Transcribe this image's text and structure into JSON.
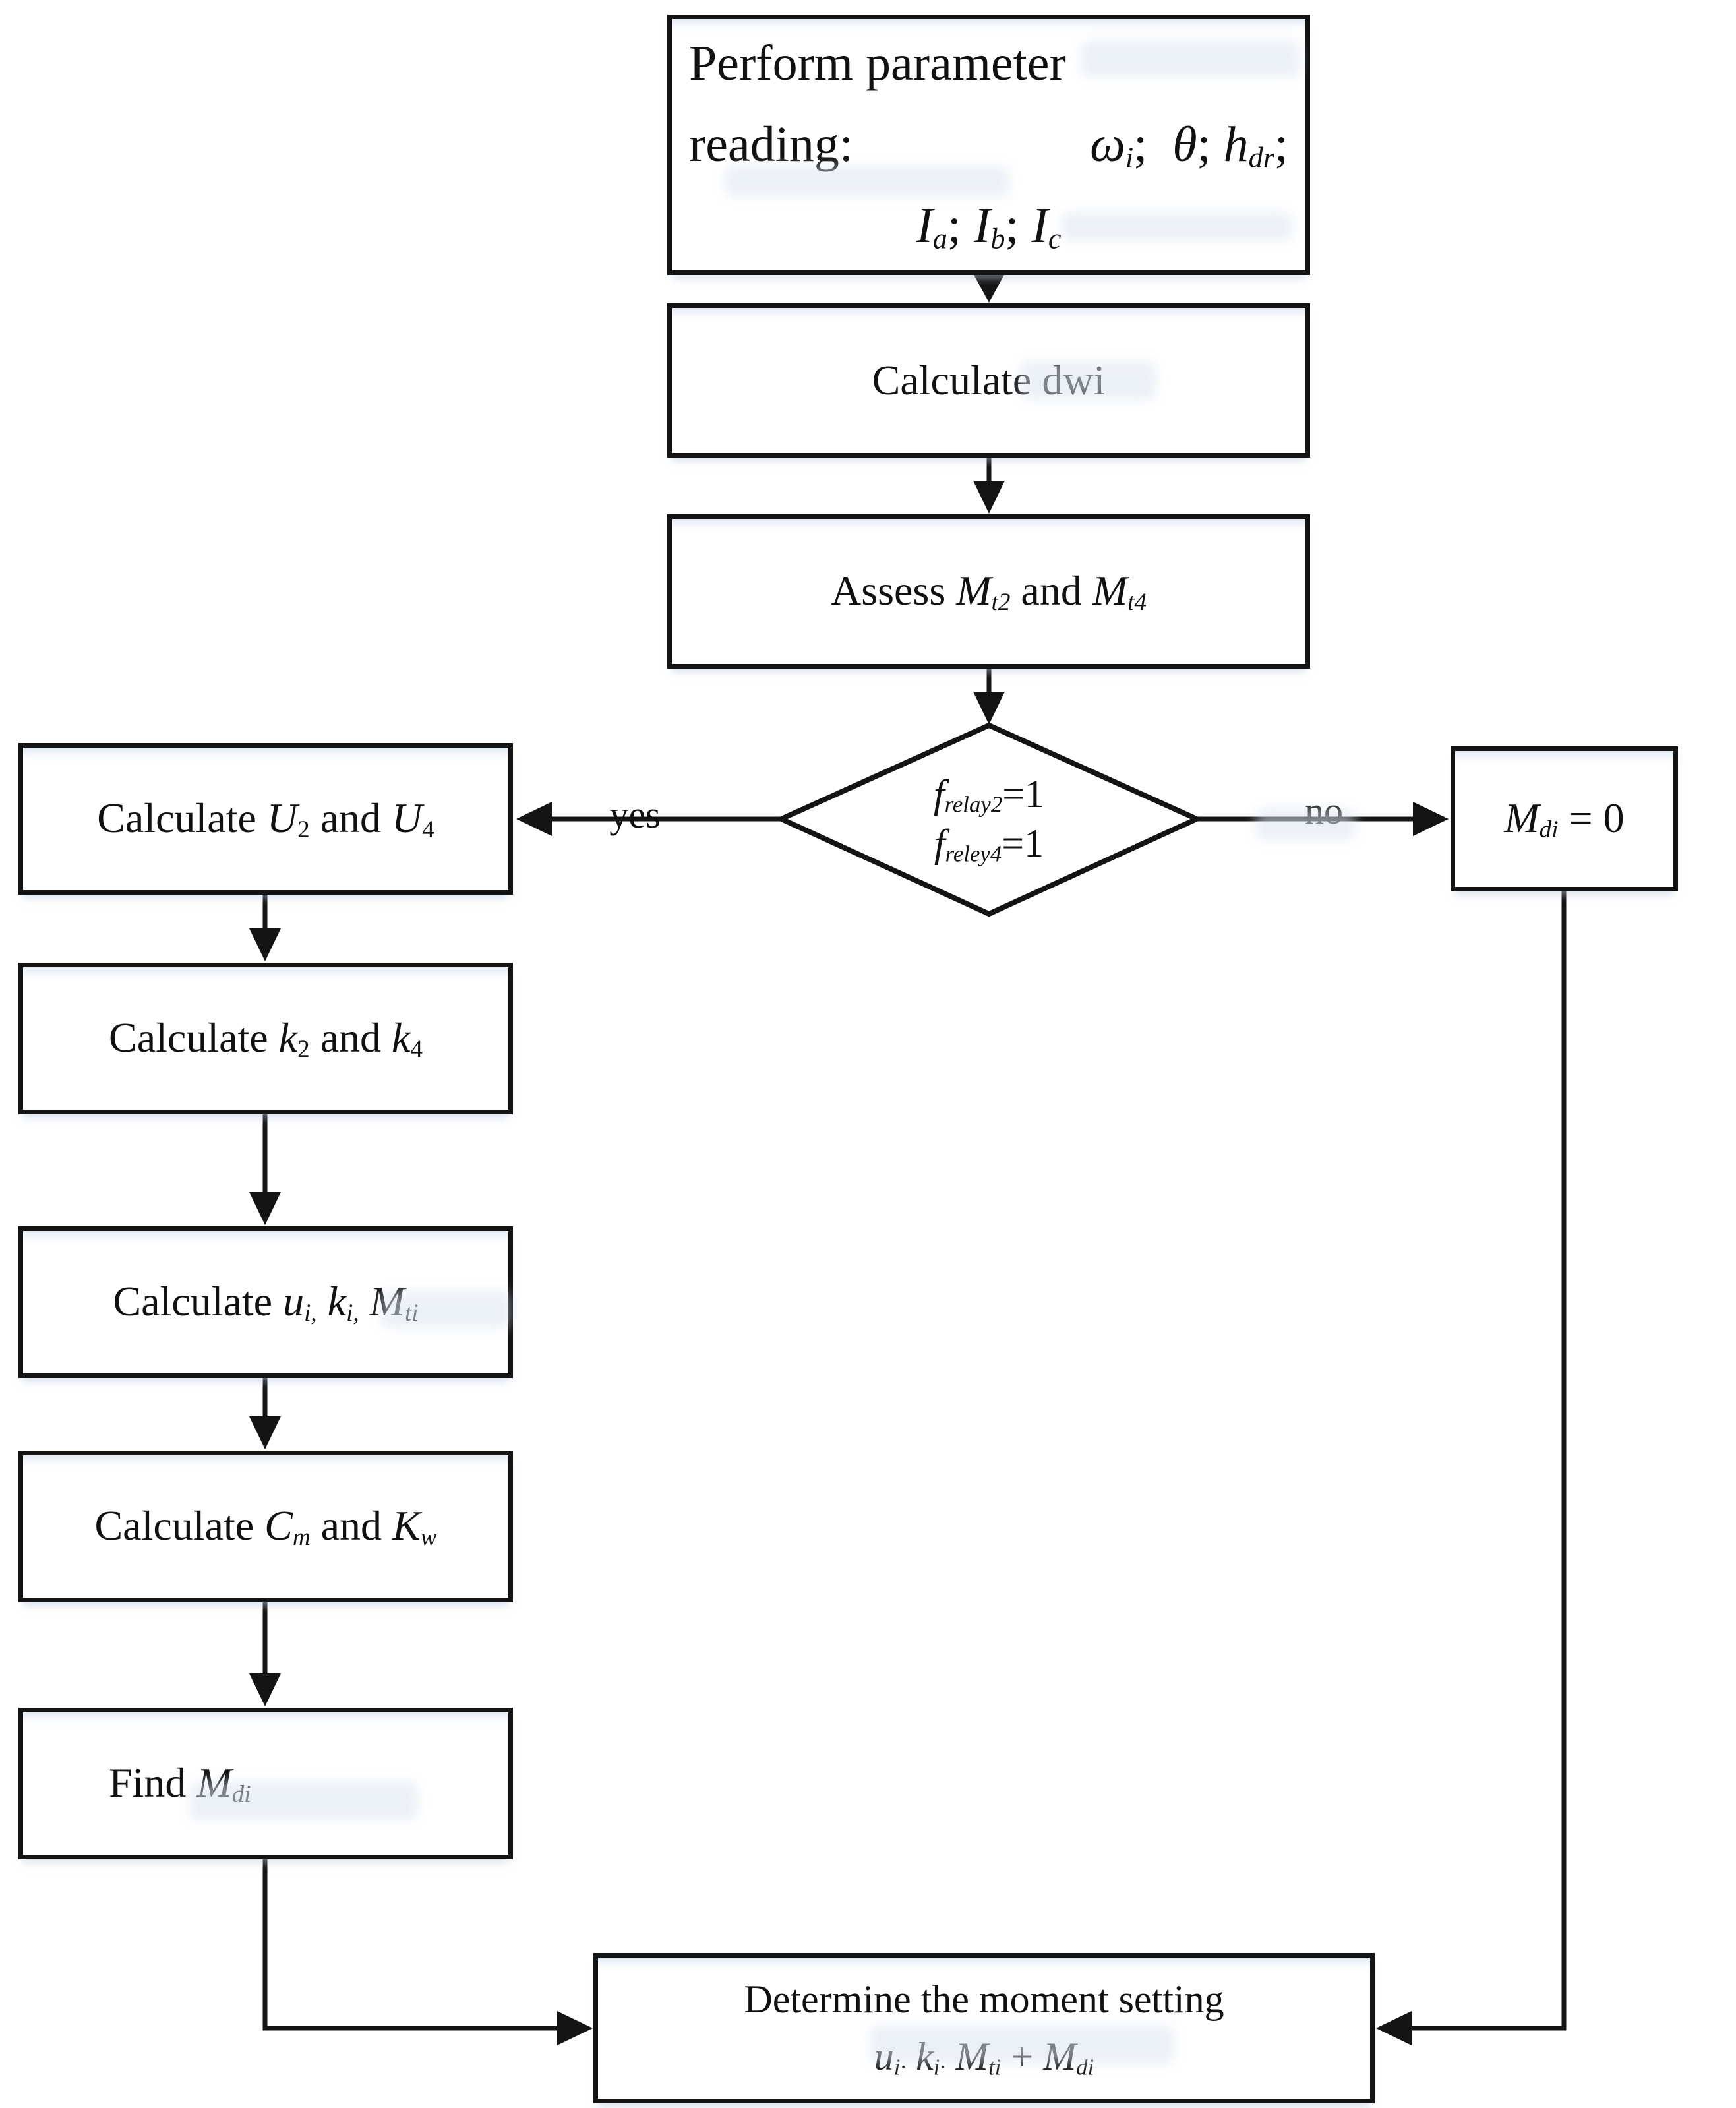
{
  "colors": {
    "ink": "#141414",
    "paper": "#ffffff",
    "artifact": "#dbe3f0"
  },
  "labels": {
    "yes": "yes",
    "no": "no"
  },
  "nodes": {
    "read": {
      "line1": [
        [
          "r",
          "Perform parameter"
        ]
      ],
      "line2_left": [
        [
          "r",
          "reading:"
        ]
      ],
      "line2_right": [
        [
          "i",
          "ω"
        ],
        [
          "si",
          "i"
        ],
        [
          "r",
          ";  "
        ],
        [
          "i",
          "θ"
        ],
        [
          "r",
          "; "
        ],
        [
          "i",
          "h"
        ],
        [
          "si",
          "dr"
        ],
        [
          "r",
          ";"
        ]
      ],
      "line3": [
        [
          "i",
          "I"
        ],
        [
          "si",
          "a"
        ],
        [
          "r",
          "; "
        ],
        [
          "i",
          "I"
        ],
        [
          "si",
          "b"
        ],
        [
          "r",
          "; "
        ],
        [
          "i",
          "I"
        ],
        [
          "si",
          "c"
        ]
      ]
    },
    "dwi": {
      "line": [
        [
          "r",
          "Calculate dwi"
        ]
      ]
    },
    "assess": {
      "line": [
        [
          "r",
          "Assess "
        ],
        [
          "i",
          "M"
        ],
        [
          "si",
          "t2"
        ],
        [
          "r",
          " and "
        ],
        [
          "i",
          "M"
        ],
        [
          "si",
          "t4"
        ]
      ]
    },
    "decision": {
      "line1": [
        [
          "i",
          "f"
        ],
        [
          "si",
          "relay2"
        ],
        [
          "r",
          "=1"
        ]
      ],
      "line2": [
        [
          "i",
          "f"
        ],
        [
          "si",
          "reley4"
        ],
        [
          "r",
          "=1"
        ]
      ]
    },
    "u24": {
      "line": [
        [
          "r",
          "Calculate "
        ],
        [
          "i",
          "U"
        ],
        [
          "s",
          "2"
        ],
        [
          "r",
          " and "
        ],
        [
          "i",
          "U"
        ],
        [
          "s",
          "4"
        ]
      ]
    },
    "k24": {
      "line": [
        [
          "r",
          "Calculate "
        ],
        [
          "i",
          "k"
        ],
        [
          "s",
          "2"
        ],
        [
          "r",
          " and "
        ],
        [
          "i",
          "k"
        ],
        [
          "s",
          "4"
        ]
      ]
    },
    "uki": {
      "line": [
        [
          "r",
          "Calculate "
        ],
        [
          "i",
          "u"
        ],
        [
          "si",
          "i,"
        ],
        [
          "r",
          " "
        ],
        [
          "i",
          "k"
        ],
        [
          "si",
          "i,"
        ],
        [
          "r",
          " "
        ],
        [
          "i",
          "M"
        ],
        [
          "si",
          "ti"
        ]
      ]
    },
    "cmkw": {
      "line": [
        [
          "r",
          "Calculate "
        ],
        [
          "i",
          "C"
        ],
        [
          "si",
          "m"
        ],
        [
          "r",
          " and "
        ],
        [
          "i",
          "K"
        ],
        [
          "si",
          "w"
        ]
      ]
    },
    "findm": {
      "line": [
        [
          "r",
          "Find "
        ],
        [
          "i",
          "M"
        ],
        [
          "si",
          "di"
        ]
      ]
    },
    "mdi0": {
      "line": [
        [
          "i",
          "M"
        ],
        [
          "si",
          "di"
        ],
        [
          "r",
          " = 0"
        ]
      ]
    },
    "bottom": {
      "line1": [
        [
          "r",
          "Determine the moment setting"
        ]
      ],
      "line2": [
        [
          "i",
          "u"
        ],
        [
          "si",
          "i·"
        ],
        [
          "r",
          " "
        ],
        [
          "i",
          "k"
        ],
        [
          "si",
          "i·"
        ],
        [
          "r",
          " "
        ],
        [
          "i",
          "M"
        ],
        [
          "si",
          "ti"
        ],
        [
          "r",
          " + "
        ],
        [
          "i",
          "M"
        ],
        [
          "si",
          "di"
        ]
      ]
    }
  }
}
